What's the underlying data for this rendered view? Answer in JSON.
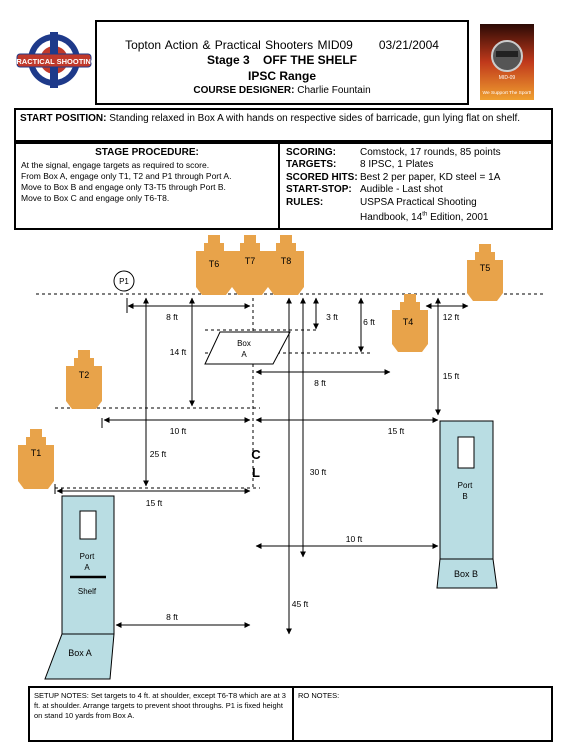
{
  "header": {
    "club_event": "Topton Action & Practical Shooters MID09",
    "date": "03/21/2004",
    "stage": "Stage 3",
    "stage_name": "OFF THE SHELF",
    "range": "IPSC Range",
    "designer_label": "COURSE DESIGNER:",
    "designer": "Charlie Fountain"
  },
  "logos": {
    "left_text": "PRACTICAL SHOOTING",
    "right_text": "We Support The Sport!",
    "right_sub": "MID-09"
  },
  "start_position": {
    "label": "START POSITION:",
    "text": "Standing relaxed in Box A with hands on respective sides of barricade, gun lying flat on shelf."
  },
  "procedure": {
    "heading": "STAGE PROCEDURE:",
    "lines": [
      "At the signal, engage targets as required to score.",
      "From Box A, engage only T1, T2 and P1 through Port A.",
      "Move to Box B and engage only T3-T5 through Port B.",
      "Move to Box C and engage only T6-T8."
    ]
  },
  "info": {
    "scoring_label": "SCORING:",
    "scoring": "Comstock, 17 rounds, 85 points",
    "targets_label": "TARGETS:",
    "targets": "8 IPSC, 1 Plates",
    "hits_label": "SCORED HITS:",
    "hits": "Best 2 per paper, KD steel = 1A",
    "startstop_label": "START-STOP:",
    "startstop": "Audible - Last shot",
    "rules_label": "RULES:",
    "rules1": "USPSA Practical Shooting",
    "rules2_pre": "Handbook, 14",
    "rules2_sup": "th",
    "rules2_post": " Edition, 2001"
  },
  "diagram": {
    "targets": [
      "T6",
      "T7",
      "T8",
      "T5",
      "T4",
      "T2",
      "T1"
    ],
    "plate": "P1",
    "center_line": [
      "C",
      "L"
    ],
    "box_a_shot": [
      "Box",
      "A"
    ],
    "port_a": [
      "Port",
      "A"
    ],
    "shelf": "Shelf",
    "box_a": "Box A",
    "port_b": [
      "Port",
      "B"
    ],
    "box_b": "Box B",
    "dims": {
      "d_8ft_top": "8 ft",
      "d_3ft": "3 ft",
      "d_6ft": "6 ft",
      "d_12ft": "12 ft",
      "d_14ft": "14 ft",
      "d_8ft_mid": "8 ft",
      "d_15ft_right": "15 ft",
      "d_10ft_left": "10 ft",
      "d_15ft_mid": "15 ft",
      "d_25ft": "25 ft",
      "d_30ft": "30 ft",
      "d_15ft_low": "15 ft",
      "d_10ft_low": "10 ft",
      "d_8ft_low": "8 ft",
      "d_45ft": "45 ft"
    }
  },
  "setup_notes": {
    "text": "SETUP NOTES: Set targets to 4 ft. at shoulder, except T6-T8 which are at 3 ft. at shoulder.  Arrange targets to prevent shoot throughs.  P1 is fixed height on stand 10 yards from Box A."
  },
  "ro_notes": {
    "label": "RO NOTES:"
  },
  "colors": {
    "target": "#e8a34a",
    "box": "#b9dde3",
    "line": "#000000"
  }
}
